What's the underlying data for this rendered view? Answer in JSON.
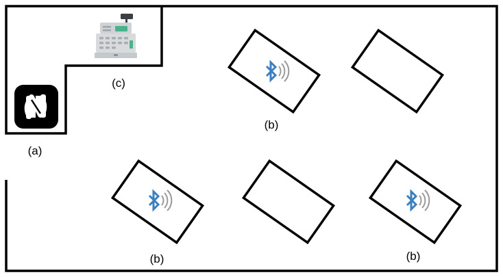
{
  "labels": {
    "nfc": "(a)",
    "register": "(c)",
    "beacon": "(b)"
  },
  "icons": {
    "nfc": "nfc-logo-icon",
    "register": "cash-register-icon",
    "beacon": "bluetooth-icon"
  },
  "colors": {
    "walls": "#000000",
    "bluetooth": "#3a7fc1",
    "signal_waves": "#9a9a9a",
    "nfc_logo": "#000000",
    "register_body": "#d8dadb"
  },
  "tables": [
    {
      "has_beacon": true
    },
    {
      "has_beacon": false
    },
    {
      "has_beacon": true
    },
    {
      "has_beacon": false
    },
    {
      "has_beacon": true
    }
  ]
}
